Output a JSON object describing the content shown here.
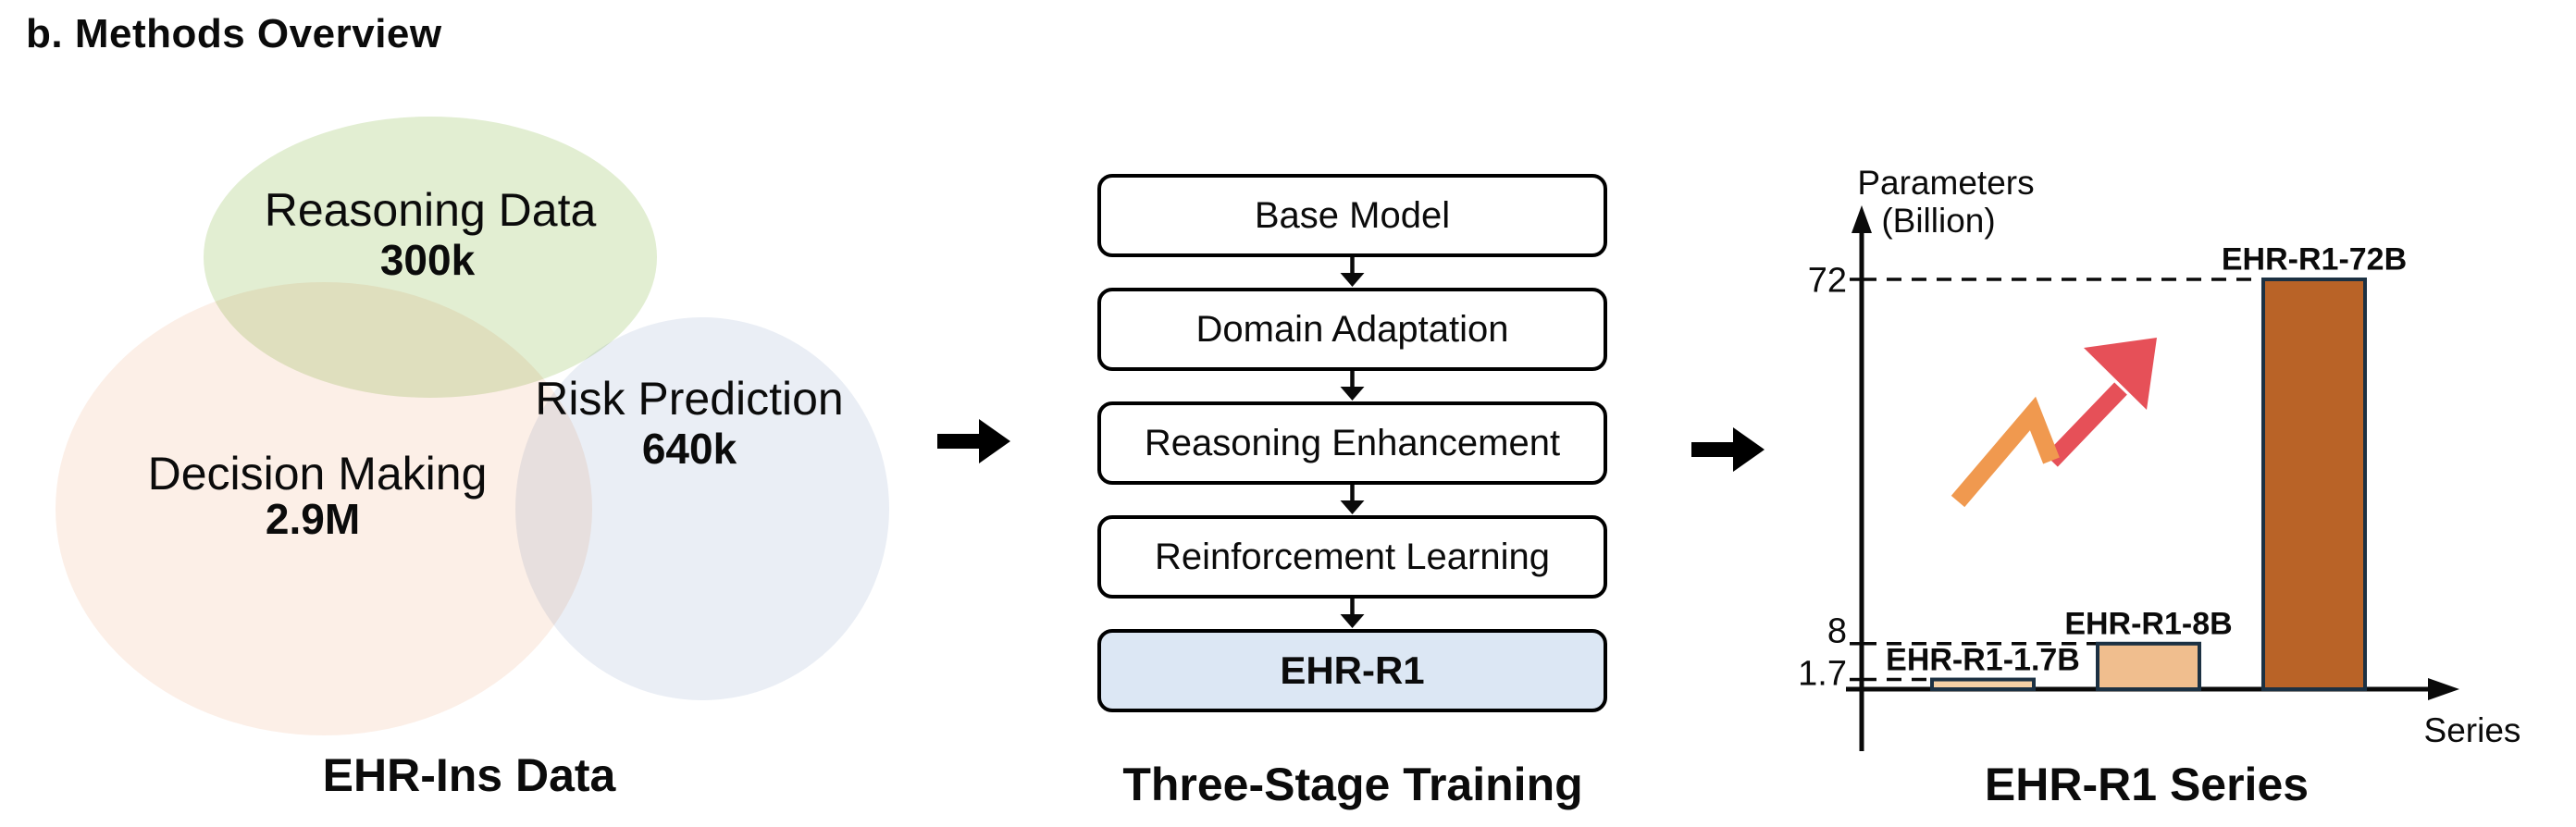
{
  "title": "b. Methods Overview",
  "venn": {
    "caption": "EHR-Ins Data",
    "sets": [
      {
        "name": "reasoning-data",
        "label": "Reasoning Data",
        "count": "300k",
        "color": "#E2EED2"
      },
      {
        "name": "decision-making",
        "label": "Decision Making",
        "count": "2.9M",
        "color": "#FCEFE7"
      },
      {
        "name": "risk-prediction",
        "label": "Risk Prediction",
        "count": "640k",
        "color": "#EAEEF5"
      }
    ]
  },
  "pipeline": {
    "caption": "Three-Stage Training",
    "steps": [
      {
        "label": "Base Model"
      },
      {
        "label": "Domain Adaptation"
      },
      {
        "label": "Reasoning Enhancement"
      },
      {
        "label": "Reinforcement Learning"
      },
      {
        "label": "EHR-R1"
      }
    ],
    "highlight_fill": "#DCE7F4"
  },
  "chart_data": {
    "type": "bar",
    "caption": "EHR-R1 Series",
    "ylabel_line1": "Parameters",
    "ylabel_line2": "(Billion)",
    "xlabel": "Series",
    "categories": [
      "EHR-R1-1.7B",
      "EHR-R1-8B",
      "EHR-R1-72B"
    ],
    "values": [
      1.7,
      8,
      72
    ],
    "yticks": [
      "1.7",
      "8",
      "72"
    ],
    "ytick_values": [
      1.7,
      8,
      72
    ],
    "ylim": [
      0,
      78
    ],
    "bar_colors": [
      "#F6D1A6",
      "#F0BE8E",
      "#B96327"
    ],
    "bar_border": "#1C3143",
    "guide_line_style": "dashed",
    "trend_arrow_colors": [
      "#F0994F",
      "#E65058"
    ],
    "legend": "none"
  }
}
